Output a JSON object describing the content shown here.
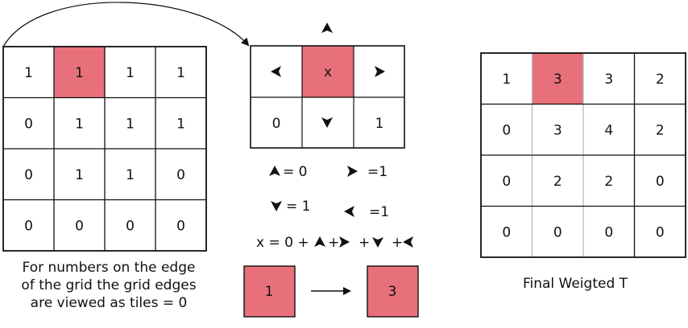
{
  "colors": {
    "highlight": "#e8707a",
    "border": "#111111",
    "inner_line_right": "#b8b8b8",
    "background": "#ffffff"
  },
  "input_grid": {
    "rows": [
      [
        "1",
        "1",
        "1",
        "1"
      ],
      [
        "0",
        "1",
        "1",
        "1"
      ],
      [
        "0",
        "1",
        "1",
        "0"
      ],
      [
        "0",
        "0",
        "0",
        "0"
      ]
    ],
    "highlight": [
      0,
      1
    ]
  },
  "neighbor_kernel": {
    "up_icon": "arrow-up-icon",
    "left_icon": "arrow-left-icon",
    "center_label": "x",
    "right_icon": "arrow-right-icon",
    "down_left_value": "0",
    "down_icon": "arrow-down-icon",
    "down_right_value": "1"
  },
  "legend": {
    "up": "= 0",
    "right": "=1",
    "down": "= 1",
    "left": "=1",
    "formula_prefix": "x = 0 +"
  },
  "transform": {
    "from_value": "1",
    "to_value": "3"
  },
  "caption_lines": [
    "For numbers on the edge",
    "of the grid the grid edges",
    "are viewed as tiles = 0"
  ],
  "result_grid": {
    "rows": [
      [
        "1",
        "3",
        "3",
        "2"
      ],
      [
        "0",
        "3",
        "4",
        "2"
      ],
      [
        "0",
        "2",
        "2",
        "0"
      ],
      [
        "0",
        "0",
        "0",
        "0"
      ]
    ],
    "highlight": [
      0,
      1
    ]
  },
  "result_label": "Final Weigted T"
}
